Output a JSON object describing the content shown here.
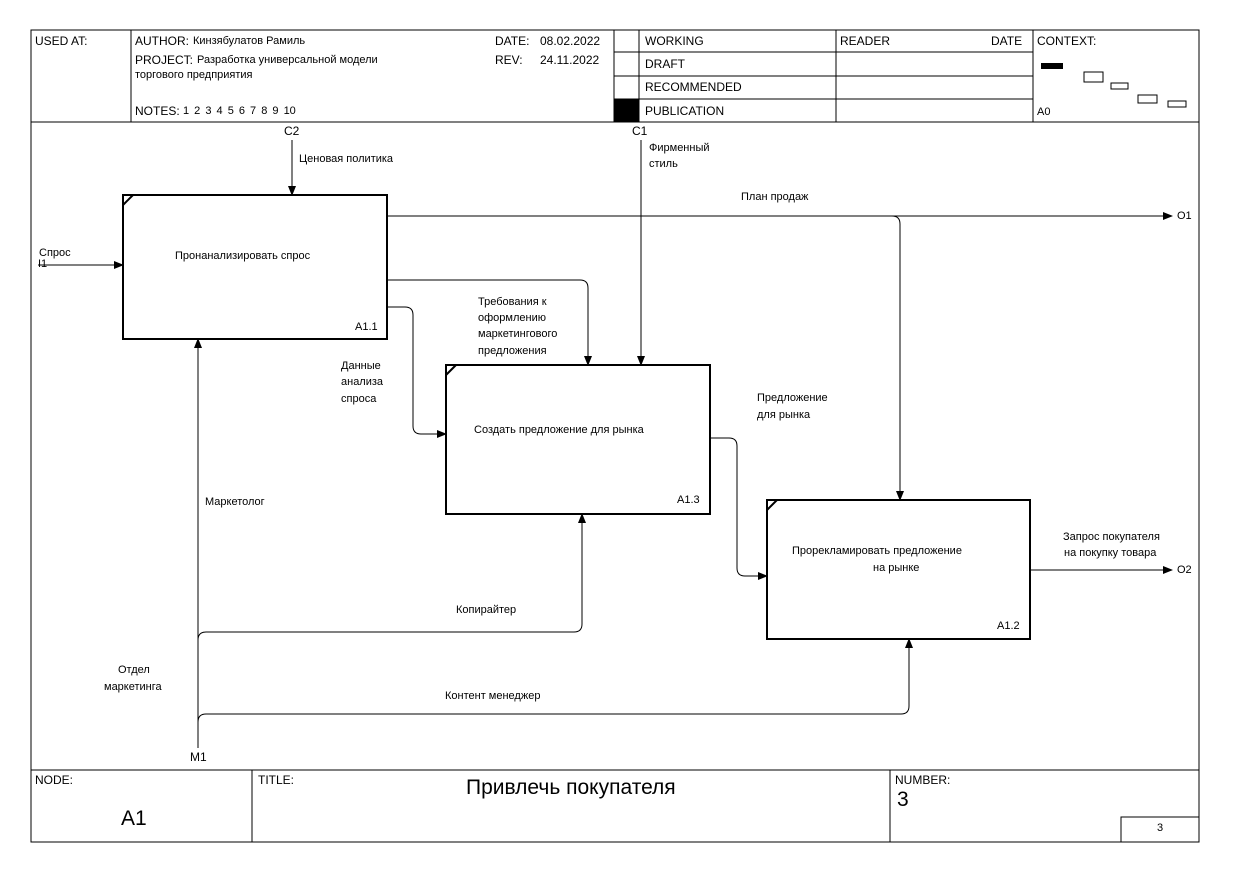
{
  "header": {
    "used_at": "USED AT:",
    "author_label": "AUTHOR:",
    "author": "Кинзябулатов Рамиль",
    "project_label": "PROJECT:",
    "project_line1": "Разработка универсальной модели",
    "project_line2": "торгового предприятия",
    "notes_label": "NOTES:",
    "notes": "1 2 3 4 5 6 7 8 9 10",
    "date_label": "DATE:",
    "date": "08.02.2022",
    "rev_label": "REV:",
    "rev": "24.11.2022",
    "status": [
      "WORKING",
      "DRAFT",
      "RECOMMENDED",
      "PUBLICATION"
    ],
    "reader": "READER",
    "reader_date": "DATE",
    "context": "CONTEXT:",
    "context_node": "A0"
  },
  "footer": {
    "node_label": "NODE:",
    "node": "A1",
    "title_label": "TITLE:",
    "title": "Привлечь покупателя",
    "number_label": "NUMBER:",
    "number": "3",
    "page": "3"
  },
  "boxes": [
    {
      "label": "Пронанализировать спрос",
      "id": "A1.1"
    },
    {
      "label": "Создать предложение для рынка",
      "id": "A1.3"
    },
    {
      "label_line1": "Прорекламировать предложение",
      "label_line2": "на рынке",
      "id": "A1.2"
    }
  ],
  "arrows": {
    "c2": "C2",
    "c2_label": "Ценовая политика",
    "c1": "C1",
    "c1_label_line1": "Фирменный",
    "c1_label_line2": "стиль",
    "i1": "I1",
    "i1_label": "Спрос",
    "o1": "O1",
    "o1_label": "План продаж",
    "o2": "O2",
    "o2_label_line1": "Запрос покупателя",
    "o2_label_line2": "на покупку товара",
    "m1": "M1",
    "m1_label_line1": "Отдел",
    "m1_label_line2": "маркетинга",
    "req_line1": "Требования к",
    "req_line2": "оформлению",
    "req_line3": "маркетингового",
    "req_line4": "предложения",
    "data_line1": "Данные",
    "data_line2": "анализа",
    "data_line3": "спроса",
    "offer_line1": "Предложение",
    "offer_line2": "для рынка",
    "marketer": "Маркетолог",
    "copywriter": "Копирайтер",
    "content_manager": "Контент менеджер"
  },
  "colors": {
    "line": "#000000",
    "background": "#ffffff"
  }
}
